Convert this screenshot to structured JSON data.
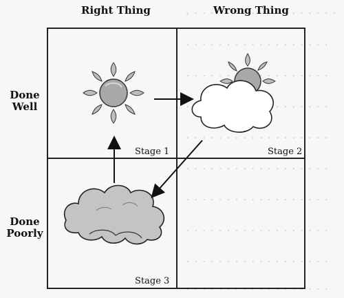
{
  "header": {
    "left": "Right Thing",
    "right": "Wrong Thing"
  },
  "side": {
    "top": "Done\nWell",
    "bottom": "Done\nPoorly"
  },
  "stages": {
    "s1": "Stage 1",
    "s2": "Stage 2",
    "s3": "Stage 3"
  }
}
